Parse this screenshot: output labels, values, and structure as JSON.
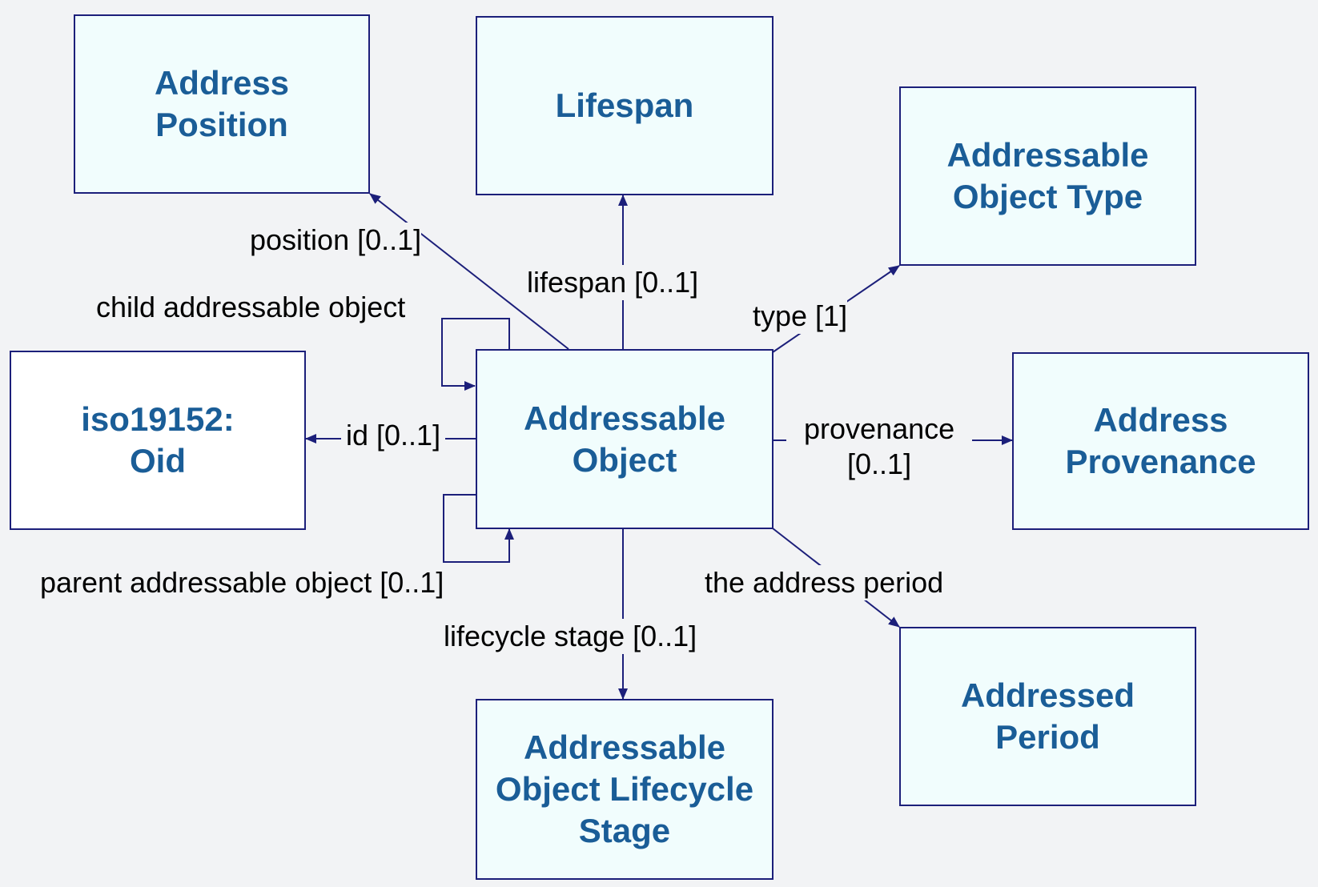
{
  "boxes": {
    "address_position": "Address\nPosition",
    "lifespan": "Lifespan",
    "addressable_object_type": "Addressable\nObject Type",
    "iso_oid": "iso19152:\nOid",
    "addressable_object": "Addressable\nObject",
    "address_provenance": "Address\nProvenance",
    "addressed_period": "Addressed\nPeriod",
    "lifecycle_stage": "Addressable\nObject Lifecycle\nStage"
  },
  "labels": {
    "position": "position [0..1]",
    "lifespan": "lifespan [0..1]",
    "type": "type [1]",
    "child": "child addressable object",
    "id": "id [0..1]",
    "provenance": "provenance\n[0..1]",
    "parent": "parent addressable object [0..1]",
    "address_period": "the address period",
    "lifecycle": "lifecycle stage [0..1]"
  },
  "colors": {
    "box_border": "#1c1f7a",
    "box_fill": "#f1fdfd",
    "box_text": "#1a5d97",
    "connector": "#1c1f7a",
    "background": "#f2f3f5"
  }
}
